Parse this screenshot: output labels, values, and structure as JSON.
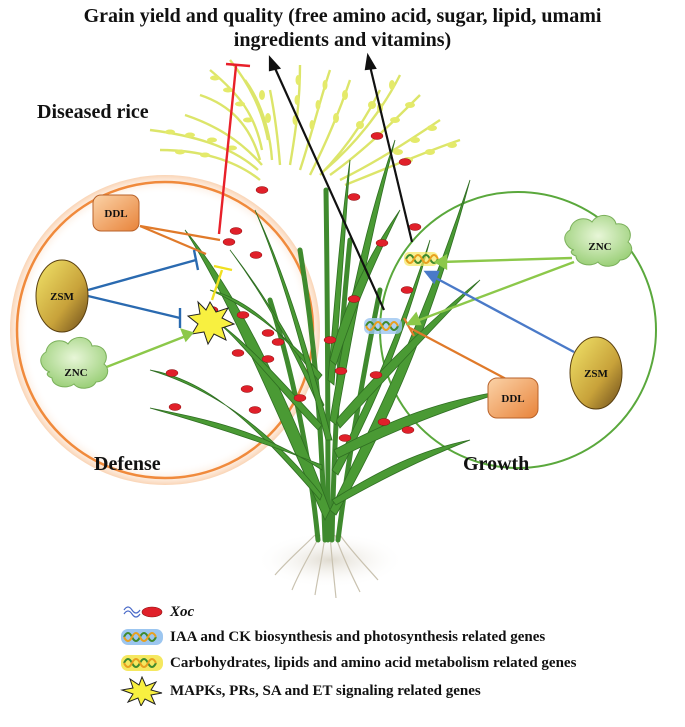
{
  "title": {
    "line1": "Grain yield and quality (free amino acid, sugar, lipid, umami",
    "line2": "ingredients and vitamins)"
  },
  "labels": {
    "diseased": "Diseased rice",
    "defense": "Defense",
    "growth": "Growth"
  },
  "nodes": {
    "ddl": "DDL",
    "zsm": "ZSM",
    "znc": "ZNC"
  },
  "legend": [
    {
      "icon": "xoc-bacterium-icon",
      "text": "Xoc"
    },
    {
      "icon": "blue-dna-helix-icon",
      "text": "IAA and CK biosynthesis and  photosynthesis related genes"
    },
    {
      "icon": "yellow-dna-helix-icon",
      "text": "Carbohydrates, lipids and amino acid metabolism related genes"
    },
    {
      "icon": "yellow-burst-icon",
      "text": "MAPKs, PRs, SA and ET signaling related genes"
    }
  ],
  "colors": {
    "defense_circle": "#f08a3c",
    "growth_circle": "#5aa83c",
    "leaf": "#3f8a2e",
    "panicle": "#d9e35a",
    "inhibit_red": "#e8202a",
    "inhibit_orange": "#e07a2a",
    "inhibit_blue": "#2a6ab0",
    "activate_green": "#8cc84a",
    "activate_blue": "#4a7ac8",
    "yellow_arrow": "#f0e020",
    "black_arrow": "#111111"
  }
}
